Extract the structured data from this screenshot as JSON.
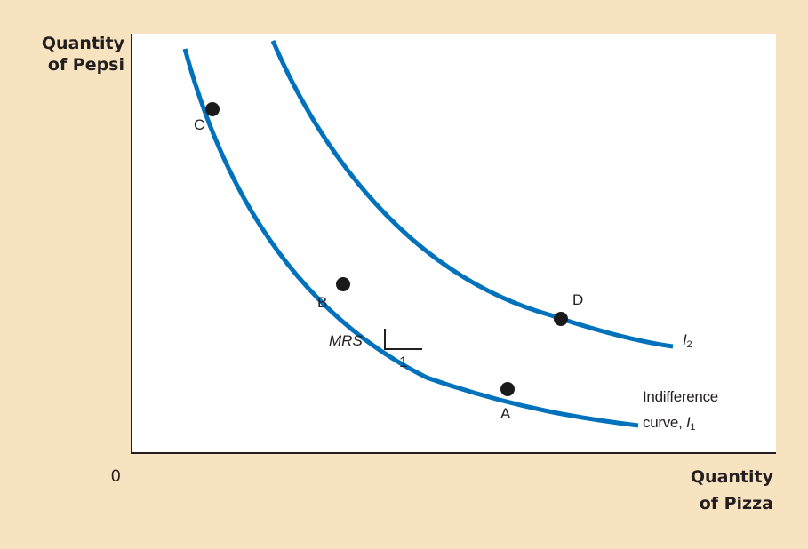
{
  "colors": {
    "background": "#f7e3bf",
    "plot_area": "#ffffff",
    "curve": "#0072bc",
    "axis": "#231f20",
    "point": "#1a1a1a"
  },
  "axes": {
    "y_label_line1": "Quantity",
    "y_label_line2": "of Pepsi",
    "x_label_line1": "Quantity",
    "x_label_line2": "of Pizza",
    "origin": "0"
  },
  "curves": [
    {
      "id": "I1",
      "label_line1": "Indifference",
      "label_line2": "curve,",
      "symbol": "I",
      "subscript": "1"
    },
    {
      "id": "I2",
      "symbol": "I",
      "subscript": "2"
    }
  ],
  "points": [
    {
      "label": "C",
      "curve": "I1"
    },
    {
      "label": "B",
      "curve": "I1"
    },
    {
      "label": "A",
      "curve": "I1"
    },
    {
      "label": "D",
      "curve": "I2"
    }
  ],
  "mrs": {
    "label": "MRS",
    "run_label": "1"
  }
}
